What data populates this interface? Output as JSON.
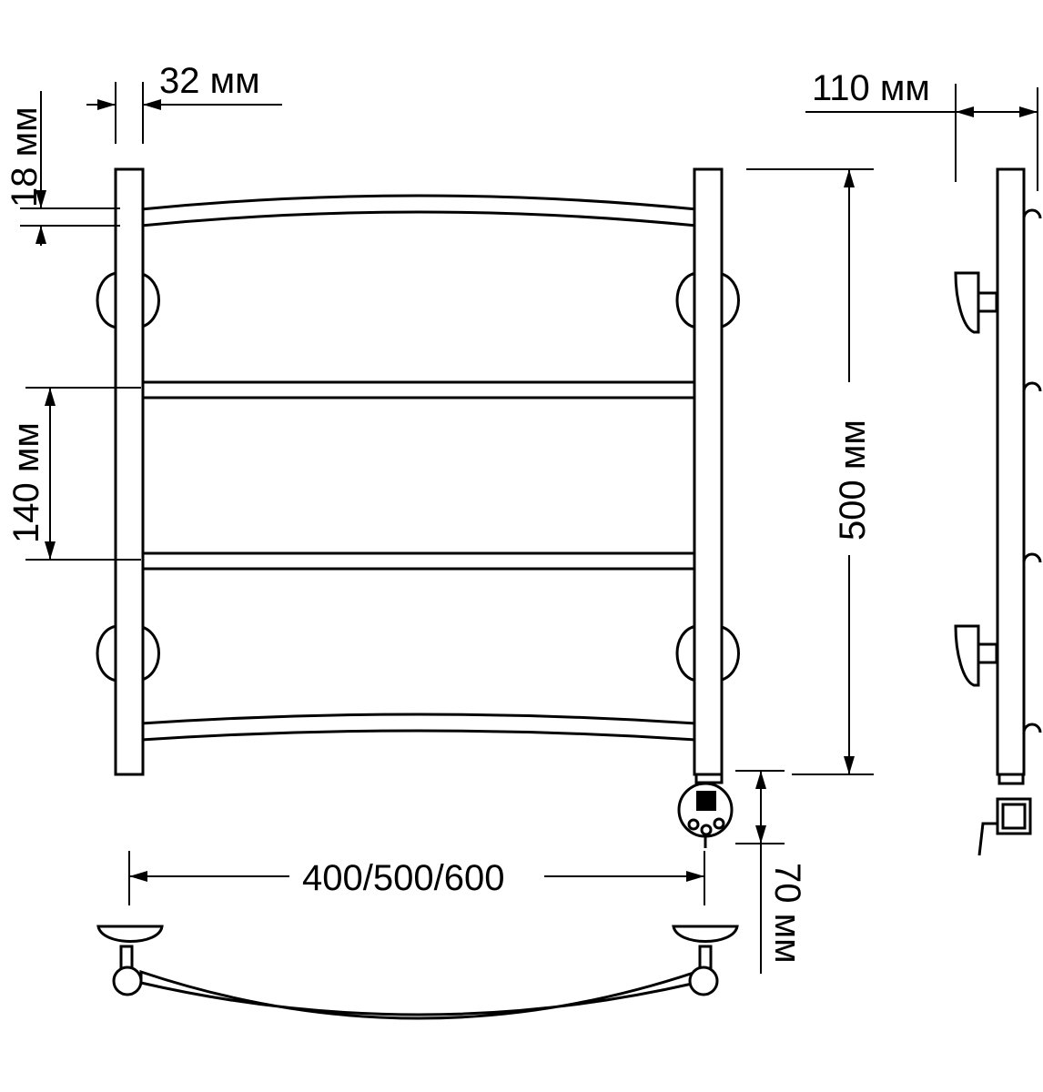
{
  "dimensions": {
    "rail_width": "32 мм",
    "rung_thickness": "18 мм",
    "rung_spacing": "140 мм",
    "total_height": "500 мм",
    "wall_depth": "110 мм",
    "widths": "400/500/600",
    "heater_height": "70 мм"
  },
  "colors": {
    "line": "#000000",
    "background": "#ffffff"
  }
}
